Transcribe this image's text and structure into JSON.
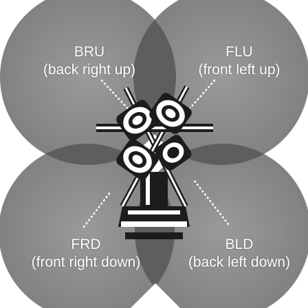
{
  "colors": {
    "background": "#ffffff",
    "lobe": "#8f8f8f",
    "lobe_overlap": "#5e5e5e",
    "center_overlap": "#3f3f3f",
    "label_text": "#ffffff",
    "device_dark": "#1c1c1c",
    "device_light": "#ffffff"
  },
  "quadrants": [
    {
      "code": "BRU",
      "description": "(back right up)"
    },
    {
      "code": "FLU",
      "description": "(front left up)"
    },
    {
      "code": "FRD",
      "description": "(front right down)"
    },
    {
      "code": "BLD",
      "description": "(back left down)"
    }
  ],
  "device": {
    "icon": "quad-lens-camera-rig-icon"
  }
}
